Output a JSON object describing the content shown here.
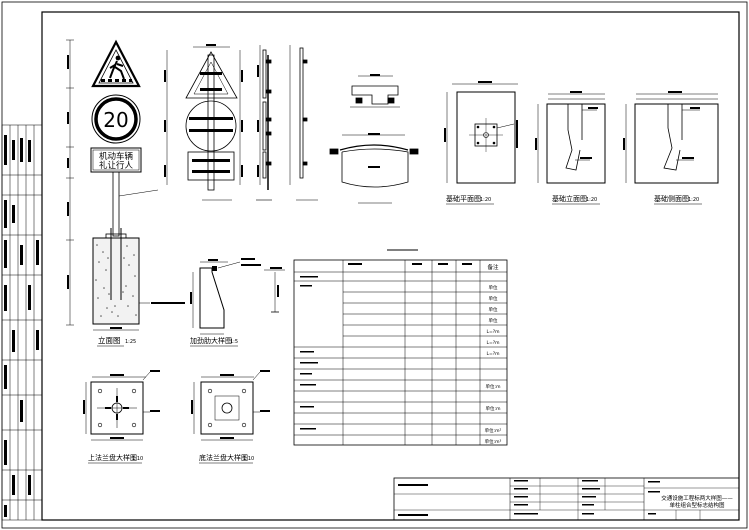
{
  "sign": {
    "speed_limit": "20",
    "plate_line1": "机动车辆",
    "plate_line2": "礼让行人"
  },
  "captions": {
    "front_view": "立面图",
    "front_view_scale": "1:25",
    "stiffener_detail": "加劲肋大样图",
    "stiffener_scale": "1:5",
    "upper_flange": "上法兰盘大样图",
    "upper_flange_scale": "1:10",
    "lower_flange": "底法兰盘大样图",
    "lower_flange_scale": "1:10",
    "foundation_plan": "基础平面图",
    "foundation_plan_scale": "1:20",
    "foundation_elevation": "基础立面图",
    "foundation_elevation_scale": "1:20",
    "foundation_side": "基础侧面图",
    "foundation_side_scale": "1:20"
  },
  "table": {
    "header_last": "备注",
    "notes": [
      "单位",
      "单位",
      "单位",
      "单位",
      "L=?m",
      "L=?m",
      "L=?m",
      "",
      "",
      "",
      "",
      "",
      "",
      "单位:m",
      "单位:m",
      "",
      "单位:m²",
      "单位:m³"
    ]
  },
  "title_block": {
    "project_title_line1": "交通设施工程标两大样图——",
    "project_title_line2": "单柱组合型标志结构图"
  }
}
